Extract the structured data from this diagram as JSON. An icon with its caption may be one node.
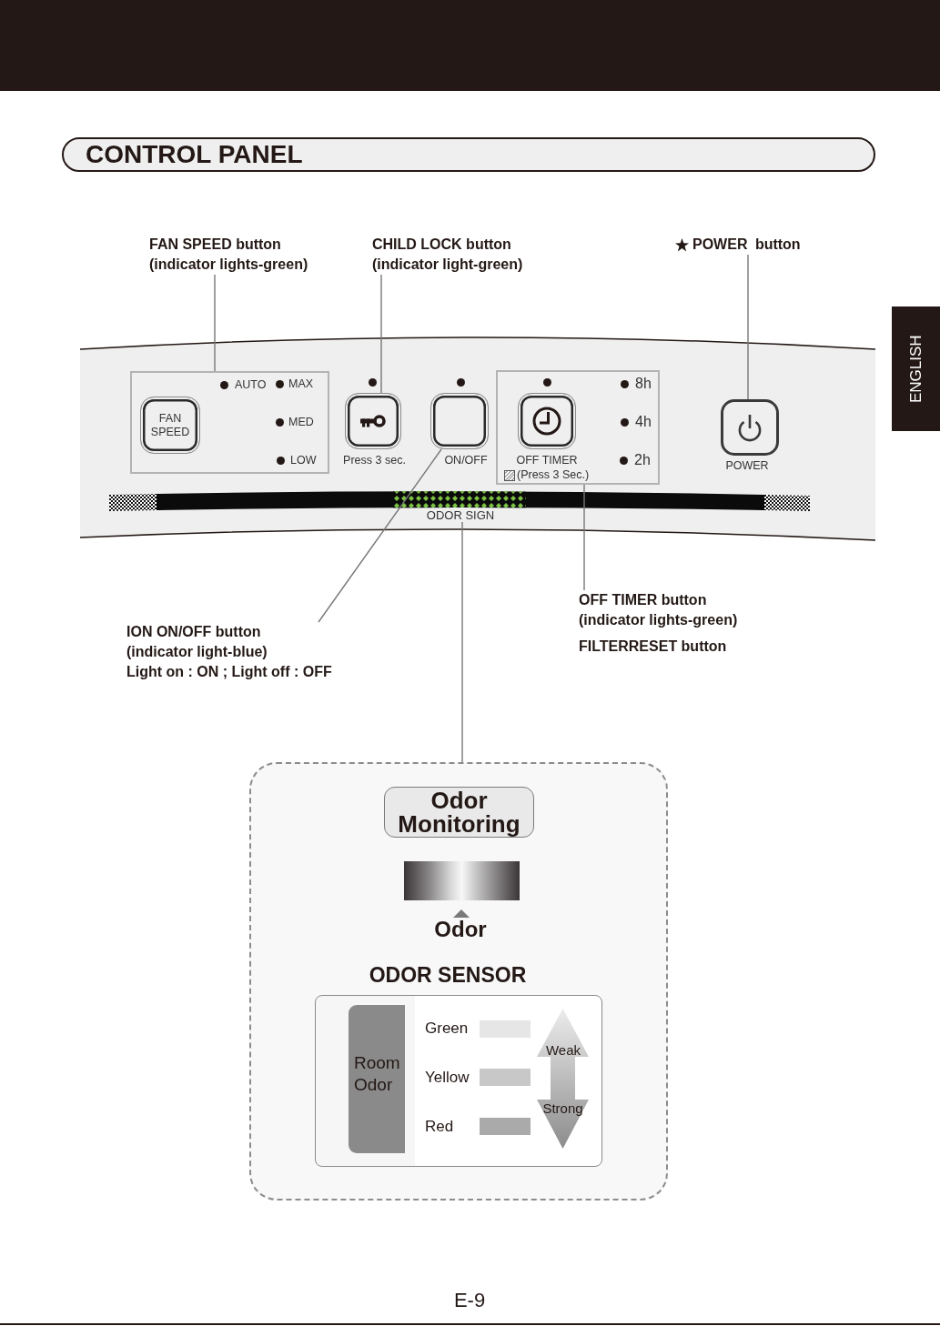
{
  "diagram": {
    "title": "CONTROL PANEL",
    "nodes": [
      {
        "text": [
          "FAN SPEED button",
          "(indicator lights-green)"
        ]
      },
      {
        "text": [
          "CHILD LOCK button",
          "(indicator light-green)"
        ]
      },
      {
        "text": [
          "POWER button"
        ]
      },
      {
        "text": [],
        "shape": "band"
      },
      {
        "text": [
          "AUTO",
          "MAX",
          "MED",
          "LOW"
        ],
        "in": 3
      },
      {
        "text": [
          "FAN SPEED"
        ],
        "in": 4
      },
      {
        "text": [],
        "shape": "box",
        "in": 3,
        "beside": [
          "Press 3 sec."
        ]
      },
      {
        "text": [],
        "shape": "box",
        "in": 3,
        "beside": [
          "ON/OFF"
        ]
      },
      {
        "text": [
          "8h",
          "4h",
          "2h"
        ],
        "in": 3
      },
      {
        "text": [],
        "shape": "box",
        "in": 8,
        "beside": [
          "OFF TIMER",
          "(Press 3 Sec.)"
        ]
      },
      {
        "text": [],
        "shape": "box",
        "in": 3,
        "beside": [
          "POWER"
        ]
      },
      {
        "text": [
          "ODOR SIGN"
        ],
        "in": 3
      },
      {
        "text": [
          "ION ON/OFF button",
          "(indicator light-blue)",
          "Light on : ON ; Light off : OFF"
        ]
      },
      {
        "text": [
          "OFF TIMER button",
          "(indicator lights-green)",
          "FILTERRESET button"
        ]
      },
      {
        "text": [
          "Odor",
          "ODOR SENSOR"
        ]
      },
      {
        "text": [
          "Odor Monitoring"
        ],
        "in": 14
      },
      {
        "text": [],
        "shape": "bar",
        "in": 14
      },
      {
        "text": [
          "Weak",
          "Strong"
        ],
        "in": 14
      },
      {
        "text": [
          "Room Odor"
        ],
        "in": 17
      }
    ],
    "edges": [
      {
        "from": 0,
        "to": 4,
        "arrow": "none"
      },
      {
        "from": 1,
        "to": 6,
        "arrow": "none"
      },
      {
        "from": 2,
        "to": 10,
        "arrow": "none"
      },
      {
        "from": 12,
        "to": 7,
        "arrow": "none"
      },
      {
        "from": 13,
        "to": 8,
        "arrow": "none"
      },
      {
        "from": 14,
        "to": 11,
        "arrow": "none"
      }
    ],
    "labels": [
      "ENGLISH",
      "E-9"
    ],
    "legend": [
      {
        "text": "Green",
        "color": "#e6e6e6"
      },
      {
        "text": "Yellow",
        "color": "#c8c8c8"
      },
      {
        "text": "Red",
        "color": "#aaaaaa"
      }
    ]
  }
}
